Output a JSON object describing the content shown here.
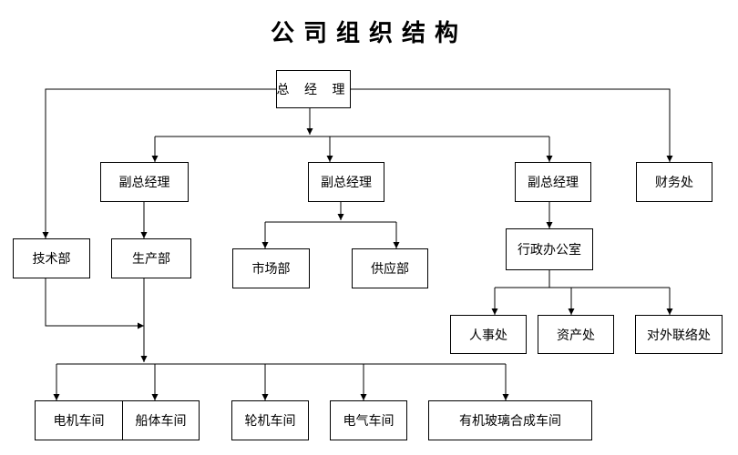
{
  "title": "公司组织结构",
  "nodes": {
    "general_manager": "总 经 理",
    "vp_1": "副总经理",
    "vp_2": "副总经理",
    "vp_3": "副总经理",
    "finance": "财务处",
    "tech_dept": "技术部",
    "production_dept": "生产部",
    "market_dept": "市场部",
    "supply_dept": "供应部",
    "admin_office": "行政办公室",
    "hr_office": "人事处",
    "assets_office": "资产处",
    "liaison_office": "对外联络处",
    "motor_workshop": "电机车间",
    "hull_workshop": "船体车间",
    "turbine_workshop": "轮机车间",
    "electric_workshop": "电气车间",
    "fiberglass_workshop": "有机玻璃合成车间"
  }
}
